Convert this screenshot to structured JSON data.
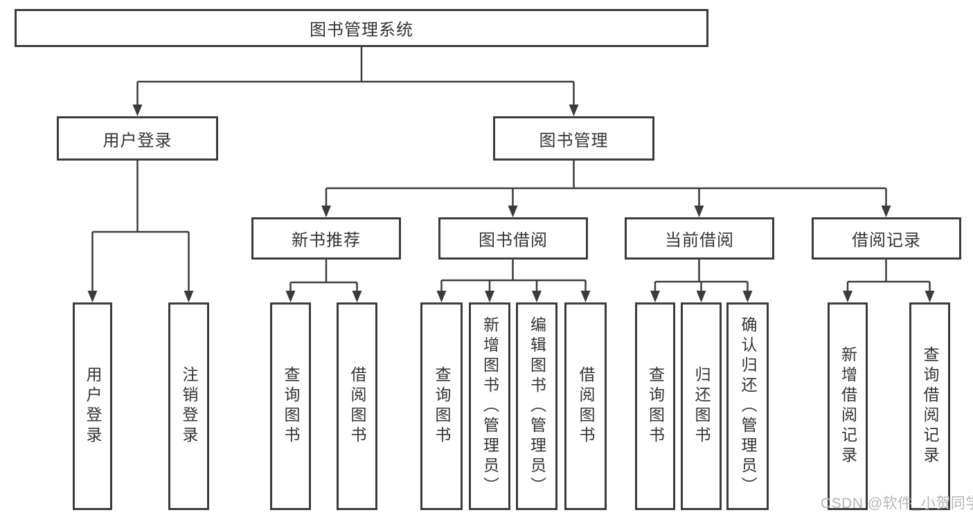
{
  "tree": {
    "root": {
      "label": "图书管理系统",
      "children": [
        {
          "label": "用户登录",
          "children": [
            {
              "label": "用户登录"
            },
            {
              "label": "注销登录"
            }
          ]
        },
        {
          "label": "图书管理",
          "children": [
            {
              "label": "新书推荐",
              "children": [
                {
                  "label": "查询图书"
                },
                {
                  "label": "借阅图书"
                }
              ]
            },
            {
              "label": "图书借阅",
              "children": [
                {
                  "label": "查询图书"
                },
                {
                  "label": "新增图书（管理员）"
                },
                {
                  "label": "编辑图书（管理员）"
                },
                {
                  "label": "借阅图书"
                }
              ]
            },
            {
              "label": "当前借阅",
              "children": [
                {
                  "label": "查询图书"
                },
                {
                  "label": "归还图书"
                },
                {
                  "label": "确认归还（管理员）"
                }
              ]
            },
            {
              "label": "借阅记录",
              "children": [
                {
                  "label": "新增借阅记录"
                },
                {
                  "label": "查询借阅记录"
                }
              ]
            }
          ]
        }
      ]
    }
  },
  "watermark": {
    "text": "CSDN @软件_小贺同学"
  },
  "colors": {
    "box_border": "#3b3b3b",
    "connector": "#3b3b3b",
    "text": "#333333",
    "watermark": "#b5b5b5",
    "background": "#ffffff"
  }
}
